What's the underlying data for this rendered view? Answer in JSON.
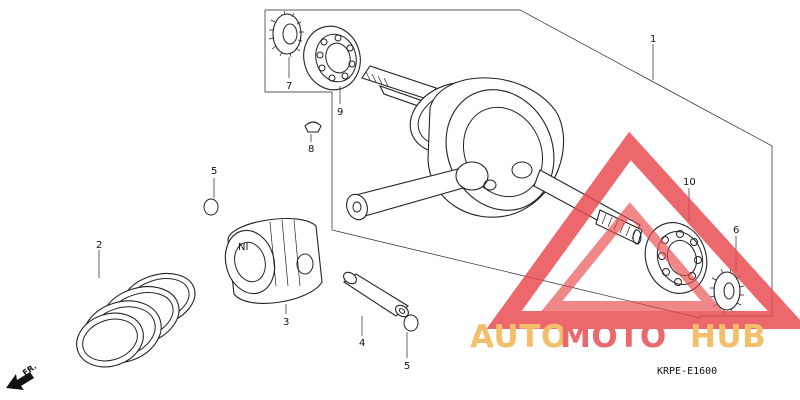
{
  "diagram": {
    "code": "KRPE-E1600",
    "direction_label": "FR.",
    "parts": [
      {
        "ref": "1"
      },
      {
        "ref": "2"
      },
      {
        "ref": "3"
      },
      {
        "ref": "4"
      },
      {
        "ref": "5"
      },
      {
        "ref": "5"
      },
      {
        "ref": "6"
      },
      {
        "ref": "7"
      },
      {
        "ref": "8"
      },
      {
        "ref": "9"
      },
      {
        "ref": "10"
      }
    ],
    "piston_mark": "NI"
  },
  "watermark": {
    "auto": "AUTO",
    "moto": "MOTO",
    "hub": "HUB",
    "colors": {
      "triangle": "#e8484c",
      "auto": "#f2b24a",
      "moto": "#e8484c",
      "hub": "#f2b24a"
    }
  }
}
